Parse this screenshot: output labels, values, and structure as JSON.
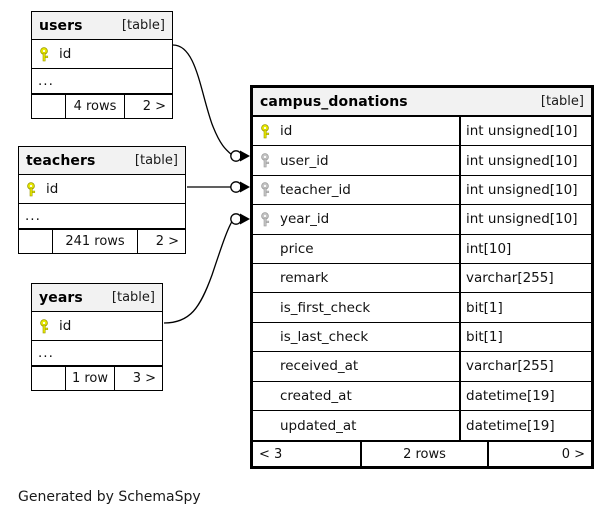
{
  "diagram": {
    "kind_label": "[table]",
    "credit": "Generated by SchemaSpy",
    "colors": {
      "primary_key_icon": "#e8e800",
      "foreign_key_icon": "#c0c0c0",
      "header_background": "#f2f2f2",
      "border": "#000000",
      "background": "#ffffff"
    }
  },
  "tables": {
    "users": {
      "name": "users",
      "kind": "[table]",
      "columns": [
        {
          "name": "id",
          "key": "primary-key-icon"
        }
      ],
      "ellipsis": "...",
      "footer": {
        "left": "",
        "middle": "4 rows",
        "right": "2 >"
      }
    },
    "teachers": {
      "name": "teachers",
      "kind": "[table]",
      "columns": [
        {
          "name": "id",
          "key": "primary-key-icon"
        }
      ],
      "ellipsis": "...",
      "footer": {
        "left": "",
        "middle": "241 rows",
        "right": "2 >"
      }
    },
    "years": {
      "name": "years",
      "kind": "[table]",
      "columns": [
        {
          "name": "id",
          "key": "primary-key-icon"
        }
      ],
      "ellipsis": "...",
      "footer": {
        "left": "",
        "middle": "1 row",
        "right": "3 >"
      }
    },
    "campus_donations": {
      "name": "campus_donations",
      "kind": "[table]",
      "columns": [
        {
          "name": "id",
          "type": "int unsigned[10]",
          "key": "primary-key-icon"
        },
        {
          "name": "user_id",
          "type": "int unsigned[10]",
          "key": "foreign-key-icon"
        },
        {
          "name": "teacher_id",
          "type": "int unsigned[10]",
          "key": "foreign-key-icon"
        },
        {
          "name": "year_id",
          "type": "int unsigned[10]",
          "key": "foreign-key-icon"
        },
        {
          "name": "price",
          "type": "int[10]",
          "key": "none"
        },
        {
          "name": "remark",
          "type": "varchar[255]",
          "key": "none"
        },
        {
          "name": "is_first_check",
          "type": "bit[1]",
          "key": "none"
        },
        {
          "name": "is_last_check",
          "type": "bit[1]",
          "key": "none"
        },
        {
          "name": "received_at",
          "type": "varchar[255]",
          "key": "none"
        },
        {
          "name": "created_at",
          "type": "datetime[19]",
          "key": "none"
        },
        {
          "name": "updated_at",
          "type": "datetime[19]",
          "key": "none"
        }
      ],
      "footer": {
        "left": "< 3",
        "middle": "2 rows",
        "right": "0 >"
      }
    }
  },
  "relationships": [
    {
      "from": "users",
      "from_column": "id",
      "to": "campus_donations",
      "to_column": "user_id"
    },
    {
      "from": "teachers",
      "from_column": "id",
      "to": "campus_donations",
      "to_column": "teacher_id"
    },
    {
      "from": "years",
      "from_column": "id",
      "to": "campus_donations",
      "to_column": "year_id"
    }
  ]
}
